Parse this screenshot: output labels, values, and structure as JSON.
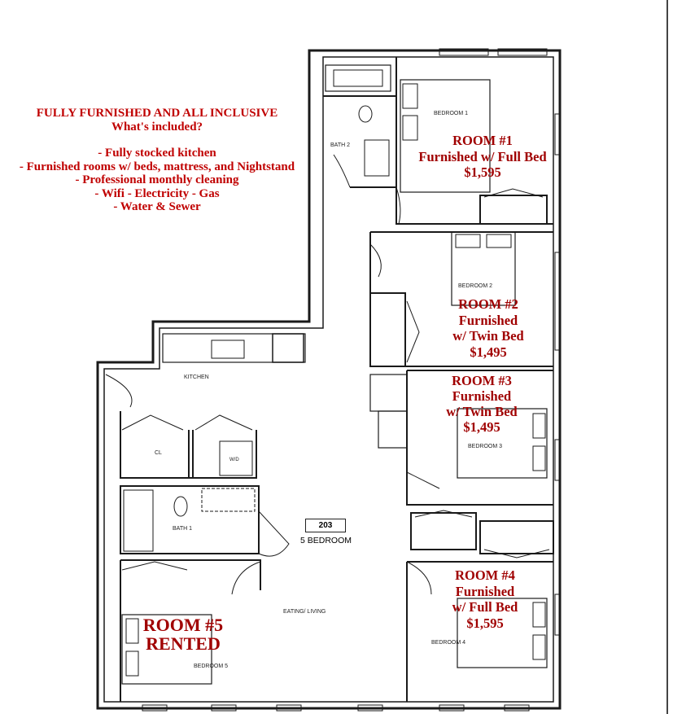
{
  "promo": {
    "title": "FULLY FURNISHED AND ALL INCLUSIVE",
    "subtitle": "What's included?",
    "items": [
      "- Fully stocked kitchen",
      "- Furnished rooms w/ beds, mattress, and Nightstand",
      "- Professional monthly cleaning",
      "- Wifi - Electricity - Gas",
      "- Water & Sewer"
    ]
  },
  "rooms": [
    {
      "lines": [
        "ROOM #1",
        "Furnished w/ Full Bed",
        "$1,595"
      ]
    },
    {
      "lines": [
        "ROOM #2",
        "Furnished",
        "w/ Twin Bed",
        "$1,495"
      ]
    },
    {
      "lines": [
        "ROOM #3",
        "Furnished",
        "w/ Twin Bed",
        "$1,495"
      ]
    },
    {
      "lines": [
        "ROOM #4",
        "Furnished",
        "w/ Full Bed",
        "$1,595"
      ]
    },
    {
      "lines": [
        "ROOM #5",
        "RENTED"
      ]
    }
  ],
  "plan_labels": {
    "bedroom1": "BEDROOM 1",
    "bedroom2": "BEDROOM 2",
    "bedroom3": "BEDROOM 3",
    "bedroom4": "BEDROOM 4",
    "bedroom5": "BEDROOM 5",
    "bath1": "BATH 1",
    "bath2": "BATH 2",
    "kitchen": "KITCHEN",
    "closet": "CL",
    "washer_dryer": "W/D",
    "eating_living": "EATING/ LIVING",
    "unit_number": "203",
    "unit_type": "5 BEDROOM"
  },
  "colors": {
    "promo_text": "#c00000",
    "room_text": "#a00000",
    "walls": "#1a1a1a"
  }
}
